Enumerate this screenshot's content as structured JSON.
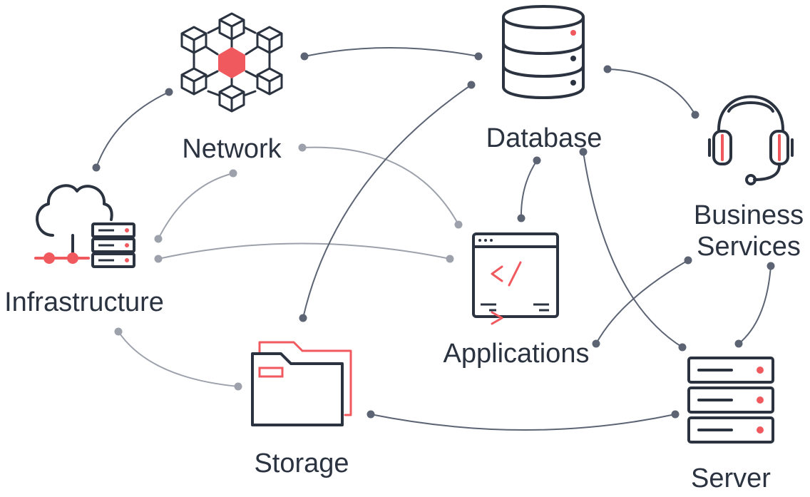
{
  "colors": {
    "ink": "#2b3340",
    "accent": "#f05a5f",
    "edge_dark": "#5c6474",
    "edge_light": "#9ca1ab",
    "background": "#ffffff"
  },
  "nodes": [
    {
      "id": "network",
      "label": "Network",
      "icon": "network-hex-icon"
    },
    {
      "id": "database",
      "label": "Database",
      "icon": "database-icon"
    },
    {
      "id": "business",
      "label_lines": [
        "Business",
        "Services"
      ],
      "icon": "headset-icon"
    },
    {
      "id": "infrastructure",
      "label": "Infrastructure",
      "icon": "cloud-server-icon"
    },
    {
      "id": "applications",
      "label": "Applications",
      "icon": "code-window-icon"
    },
    {
      "id": "storage",
      "label": "Storage",
      "icon": "folder-icon"
    },
    {
      "id": "server",
      "label": "Server",
      "icon": "server-rack-icon"
    }
  ],
  "edges": [
    {
      "from": "network",
      "to": "database",
      "shade": "dark"
    },
    {
      "from": "database",
      "to": "business",
      "shade": "dark"
    },
    {
      "from": "network",
      "to": "infrastructure",
      "shade": "dark"
    },
    {
      "from": "network",
      "to": "applications",
      "shade": "light"
    },
    {
      "from": "infrastructure",
      "to": "network",
      "shade": "light"
    },
    {
      "from": "infrastructure",
      "to": "applications",
      "shade": "light"
    },
    {
      "from": "database",
      "to": "applications",
      "shade": "dark"
    },
    {
      "from": "database",
      "to": "storage",
      "shade": "dark"
    },
    {
      "from": "database",
      "to": "server",
      "shade": "dark"
    },
    {
      "from": "business",
      "to": "applications",
      "shade": "dark"
    },
    {
      "from": "business",
      "to": "server",
      "shade": "dark"
    },
    {
      "from": "infrastructure",
      "to": "storage",
      "shade": "light"
    },
    {
      "from": "storage",
      "to": "server",
      "shade": "dark"
    }
  ]
}
